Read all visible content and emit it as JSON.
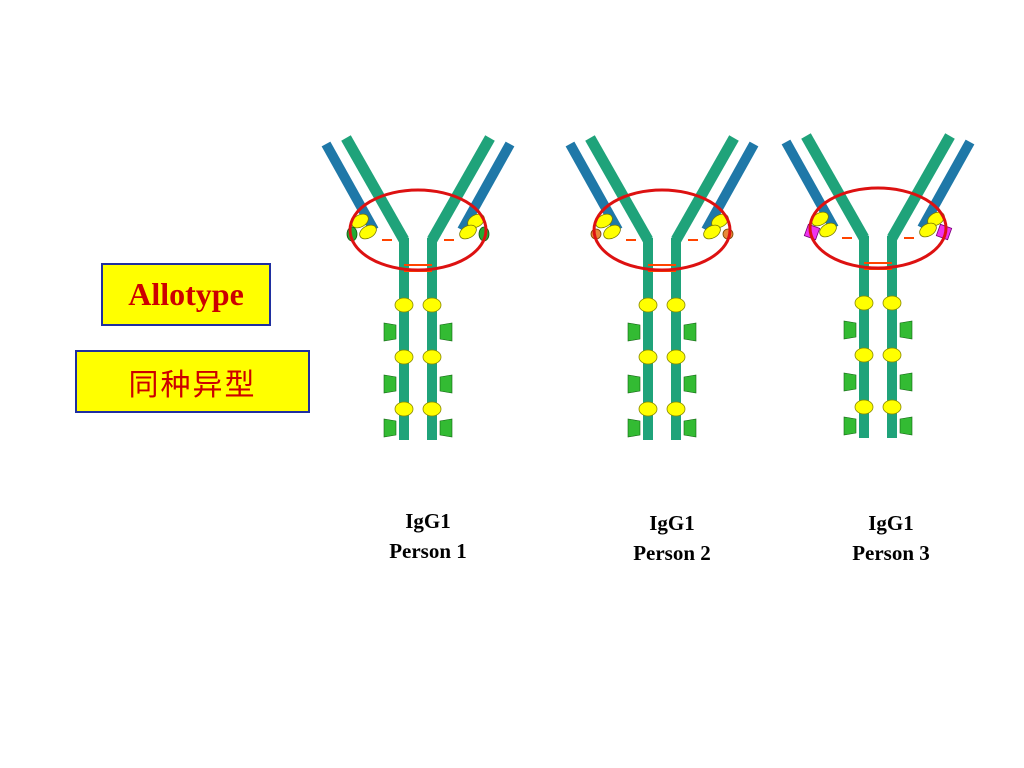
{
  "labels": {
    "allotype": "Allotype",
    "chinese": "同种异型"
  },
  "antibodies": [
    {
      "line1": "IgG1",
      "line2": "Person 1",
      "marker_shape": "ellipse",
      "marker_color": "#22aa33"
    },
    {
      "line1": "IgG1",
      "line2": "Person 2",
      "marker_shape": "circle",
      "marker_color": "#e8883a"
    },
    {
      "line1": "IgG1",
      "line2": "Person 3",
      "marker_shape": "square",
      "marker_color": "#ee33ee"
    }
  ],
  "colors": {
    "heavy_chain": "#1fa37a",
    "light_chain": "#1f78a8",
    "disulfide": "#ff4400",
    "domain": "#ffff00",
    "glycan": "#33bb33",
    "highlight": "#dd1111",
    "label_fill": "#ffff00",
    "label_border": "#1f2fa0",
    "label_text": "#cc0000"
  }
}
